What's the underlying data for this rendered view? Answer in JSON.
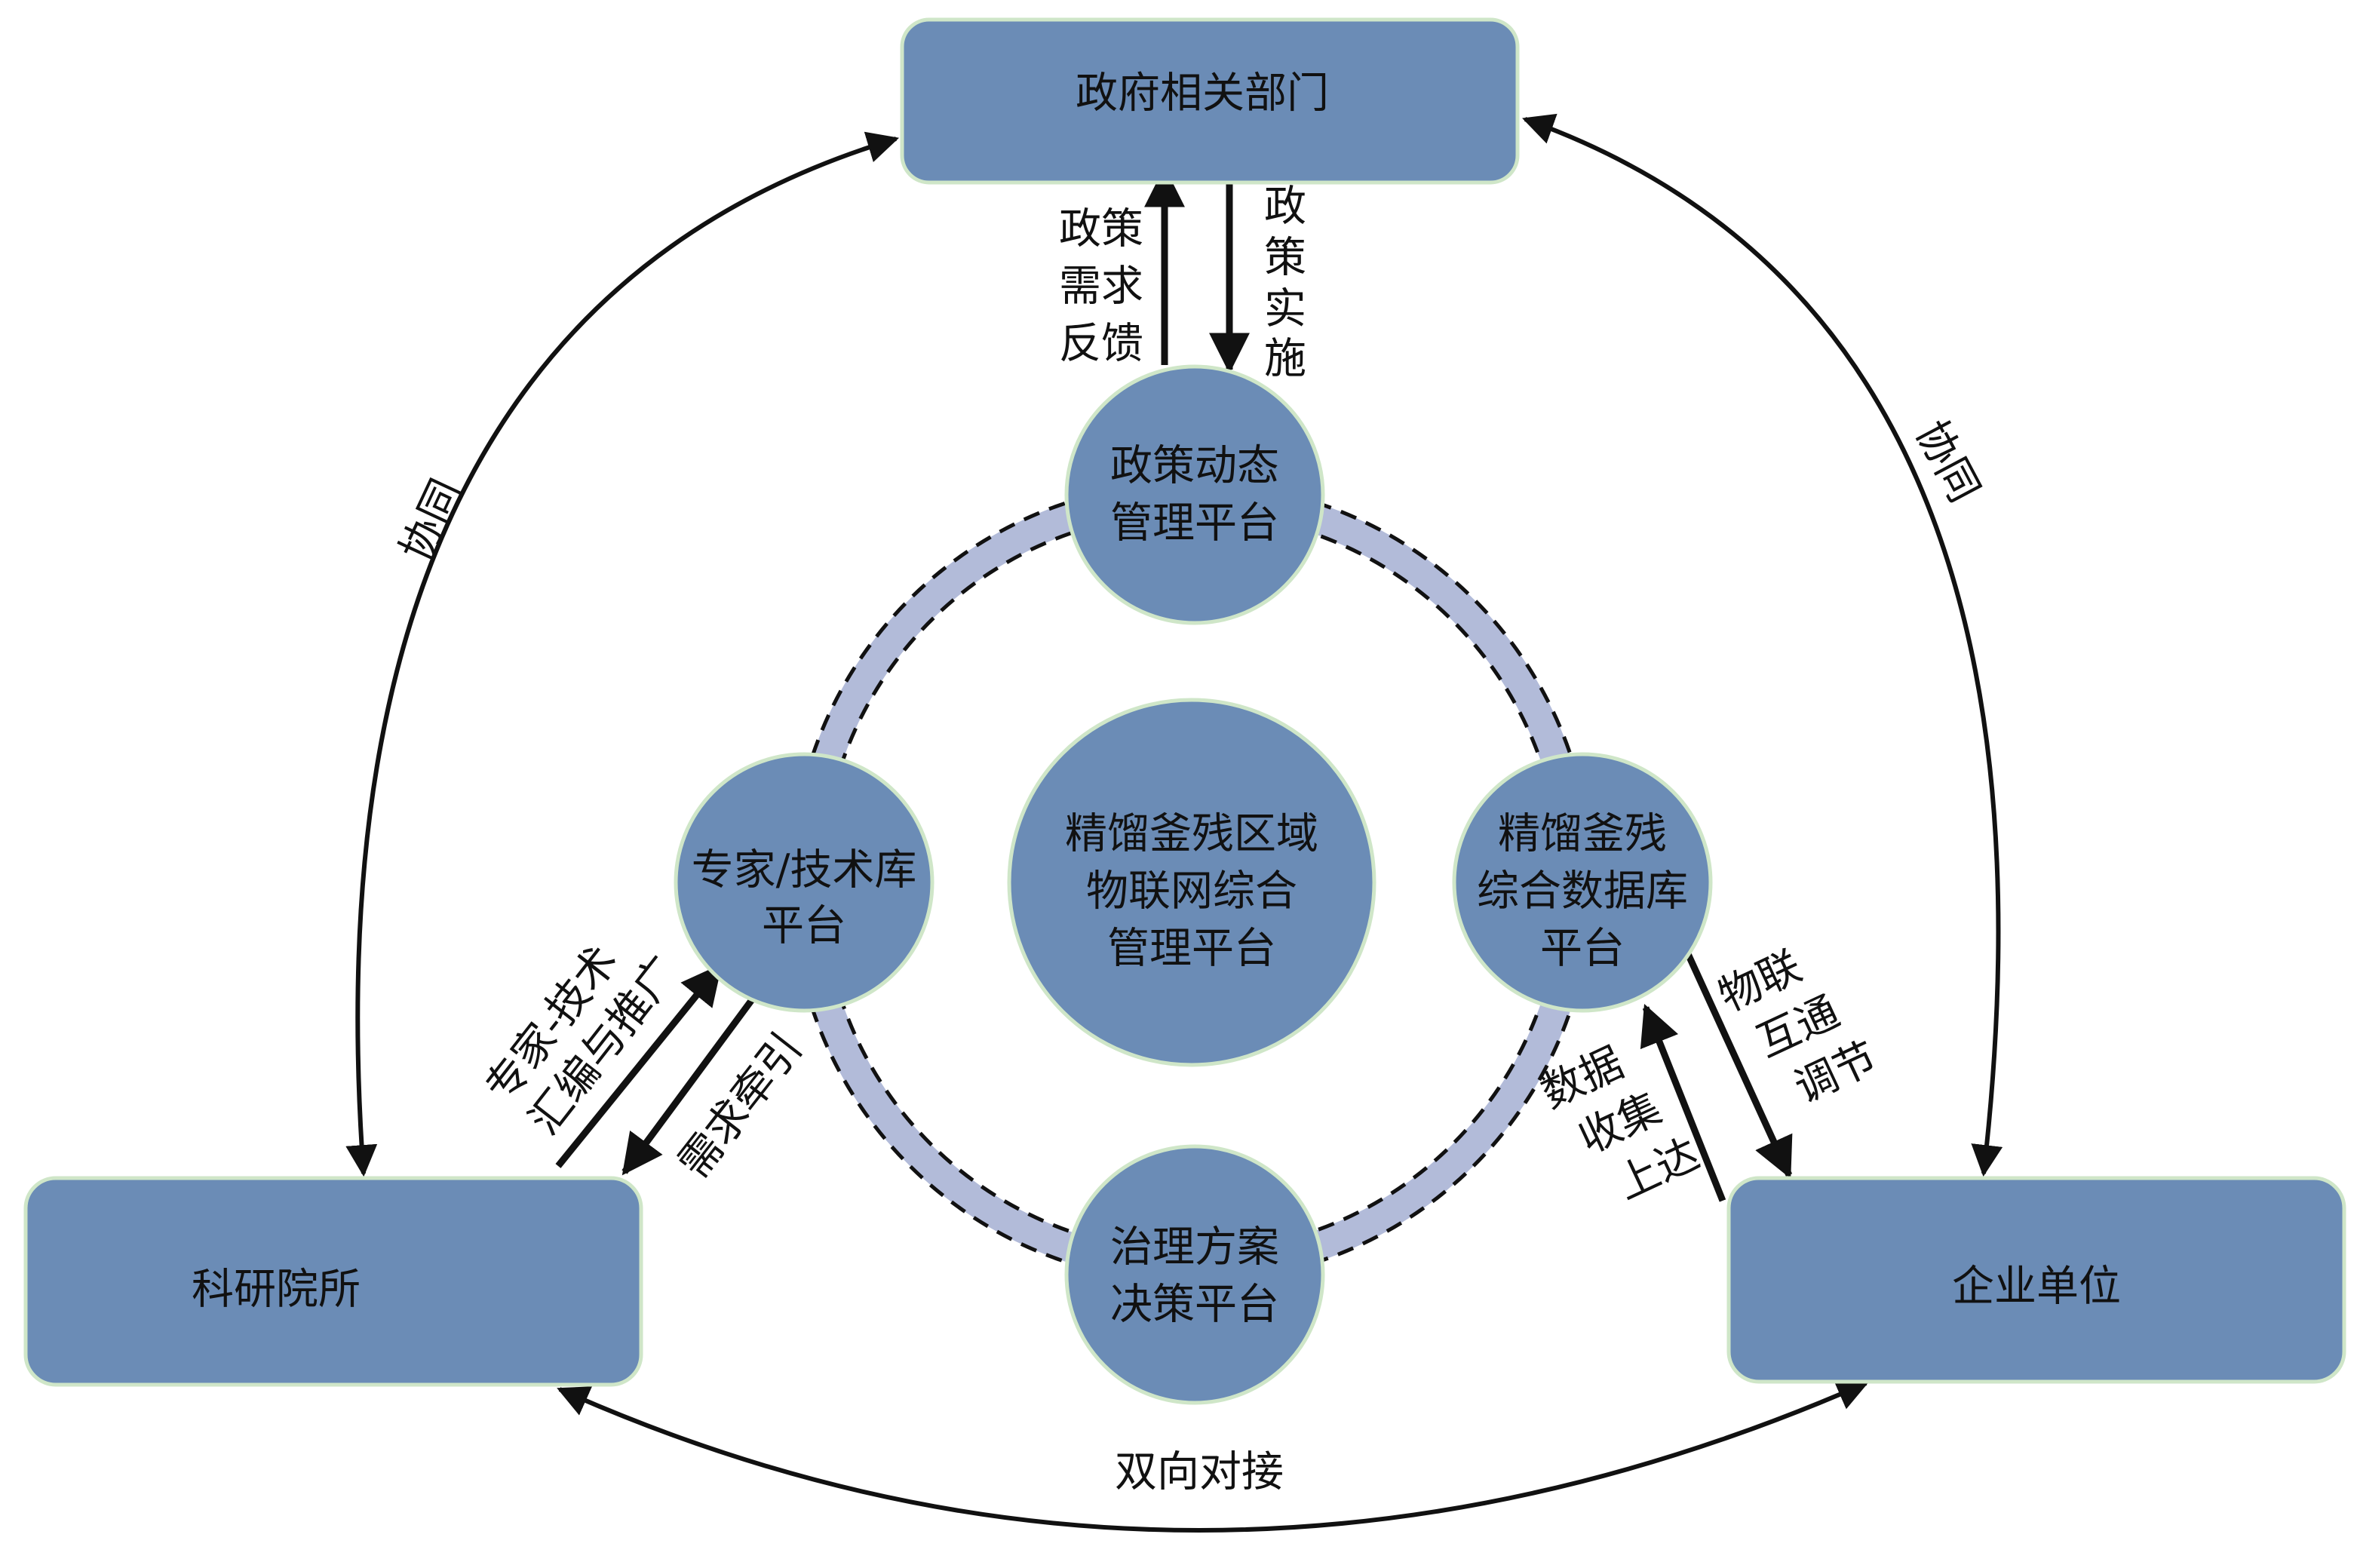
{
  "colors": {
    "node_fill": "#6b8cb6",
    "node_stroke": "#cfe6c8",
    "ring": "#b2bbd9",
    "arrow": "#111111"
  },
  "boxes": {
    "government": "政府相关部门",
    "research": "科研院所",
    "enterprise": "企业单位"
  },
  "center": {
    "lines": [
      "精馏釜残区域",
      "物联网综合",
      "管理平台"
    ]
  },
  "platforms": {
    "policy": {
      "lines": [
        "政策动态",
        "管理平台"
      ]
    },
    "expert": {
      "lines": [
        "专家/技术库",
        "平台"
      ]
    },
    "database": {
      "lines": [
        "精馏釜残",
        "综合数据库",
        "平台"
      ]
    },
    "decision": {
      "lines": [
        "治理方案",
        "决策平台"
      ]
    }
  },
  "edge_labels": {
    "policy_feedback": [
      "政策",
      "需求",
      "反馈"
    ],
    "policy_implement": [
      "政",
      "策",
      "实",
      "施"
    ],
    "coop_left": "协同",
    "coop_right": "协同",
    "bidirectional": "双向对接",
    "expert_up": [
      "专家-技术",
      "汇编与推广"
    ],
    "demand_pull": "需求牵引",
    "data_up": [
      "数据",
      "收集",
      "上达"
    ],
    "iot_down": [
      "物联",
      "互通",
      "调节"
    ]
  }
}
